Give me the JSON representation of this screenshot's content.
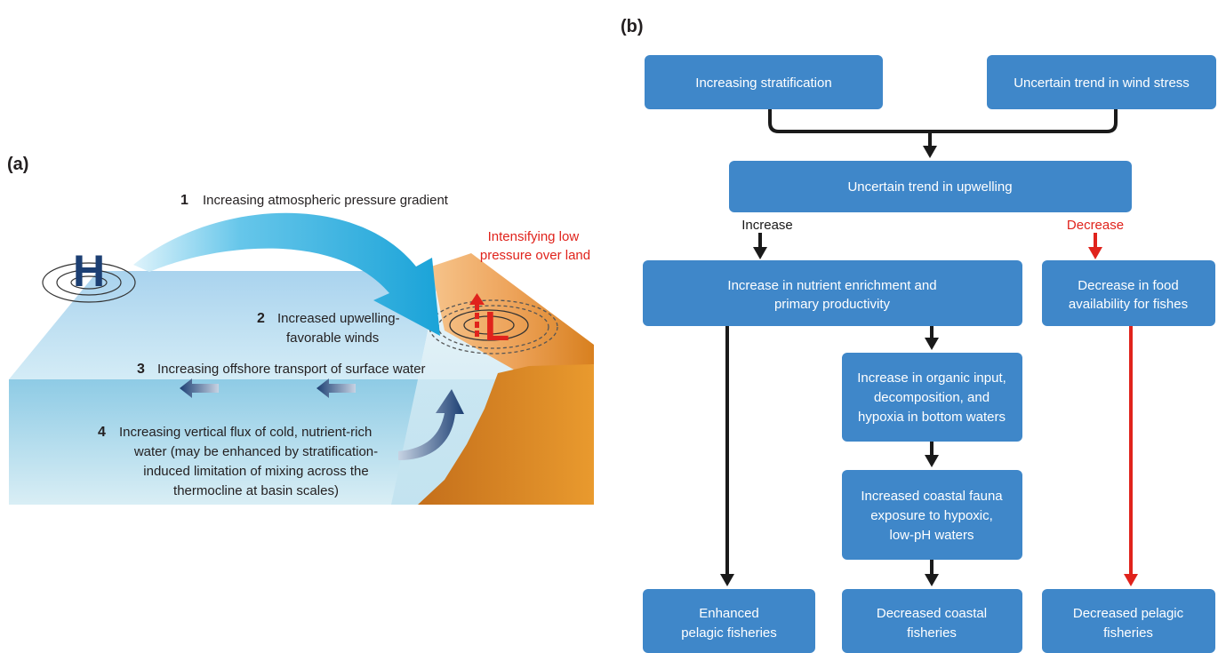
{
  "panel_a": {
    "label": "(a)",
    "high_symbol": "H",
    "low_symbol": "L",
    "low_pressure_caption": [
      "Intensifying low",
      "pressure over land"
    ],
    "steps": [
      {
        "num": "1",
        "lines": [
          "Increasing atmospheric pressure gradient"
        ]
      },
      {
        "num": "2",
        "lines": [
          "Increased upwelling-",
          "favorable winds"
        ]
      },
      {
        "num": "3",
        "lines": [
          "Increasing offshore transport of surface water"
        ]
      },
      {
        "num": "4",
        "lines": [
          "Increasing vertical flux of cold, nutrient-rich",
          "water (may be enhanced by stratification-",
          "induced limitation of mixing across the",
          "thermocline at basin scales)"
        ]
      }
    ],
    "colors": {
      "arrow_cyan": "#1fa9dc",
      "arrow_navy": "#1c3f73",
      "land": "#e8902a",
      "ocean": "#9fd0e8",
      "red": "#e0231c"
    }
  },
  "panel_b": {
    "label": "(b)",
    "boxes": {
      "stratification": [
        "Increasing stratification"
      ],
      "wind_stress": [
        "Uncertain trend in wind stress"
      ],
      "upwelling": [
        "Uncertain trend in upwelling"
      ],
      "nutrient": [
        "Increase in nutrient enrichment and",
        "primary productivity"
      ],
      "food": [
        "Decrease in food",
        "availability for fishes"
      ],
      "organic": [
        "Increase in organic input,",
        "decomposition, and",
        "hypoxia in bottom waters"
      ],
      "fauna": [
        "Increased coastal fauna",
        "exposure to hypoxic,",
        "low-pH waters"
      ],
      "pelagic_enhanced": [
        "Enhanced",
        "pelagic fisheries"
      ],
      "coastal_decreased": [
        "Decreased coastal",
        "fisheries"
      ],
      "pelagic_decreased": [
        "Decreased pelagic",
        "fisheries"
      ]
    },
    "branches": {
      "increase": "Increase",
      "decrease": "Decrease"
    },
    "colors": {
      "box": "#3f87c9",
      "arrow_black": "#1a1a1a",
      "arrow_red": "#e0231c"
    }
  }
}
